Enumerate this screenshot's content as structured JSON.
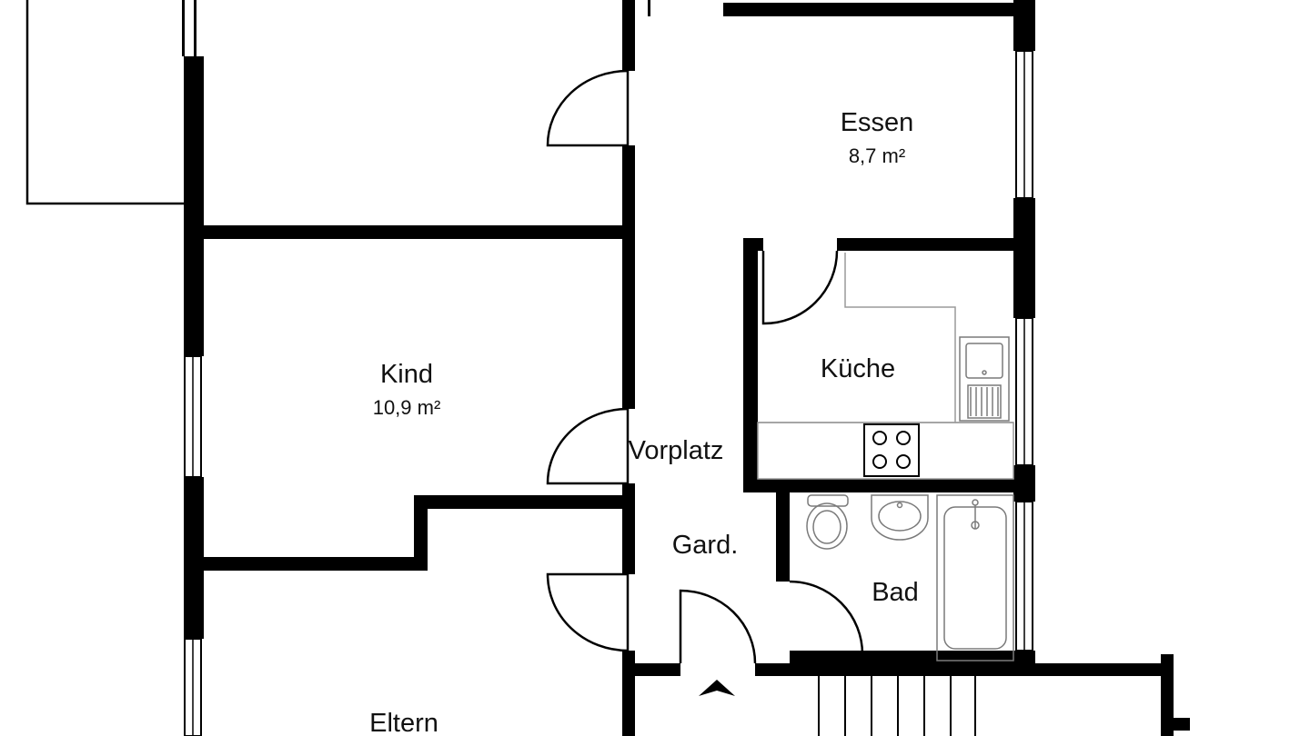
{
  "rooms": {
    "essen": {
      "name": "Essen",
      "area": "8,7 m²"
    },
    "kind": {
      "name": "Kind",
      "area": "10,9 m²"
    },
    "kueche": {
      "name": "Küche"
    },
    "vorplatz": {
      "name": "Vorplatz"
    },
    "garderobe": {
      "name": "Gard."
    },
    "bad": {
      "name": "Bad"
    },
    "eltern": {
      "name": "Eltern"
    }
  },
  "colors": {
    "wall": "#000000",
    "background": "#ffffff",
    "counter": "#9a9a9a"
  },
  "icons": {
    "entrance": "entrance-arrow-icon"
  }
}
